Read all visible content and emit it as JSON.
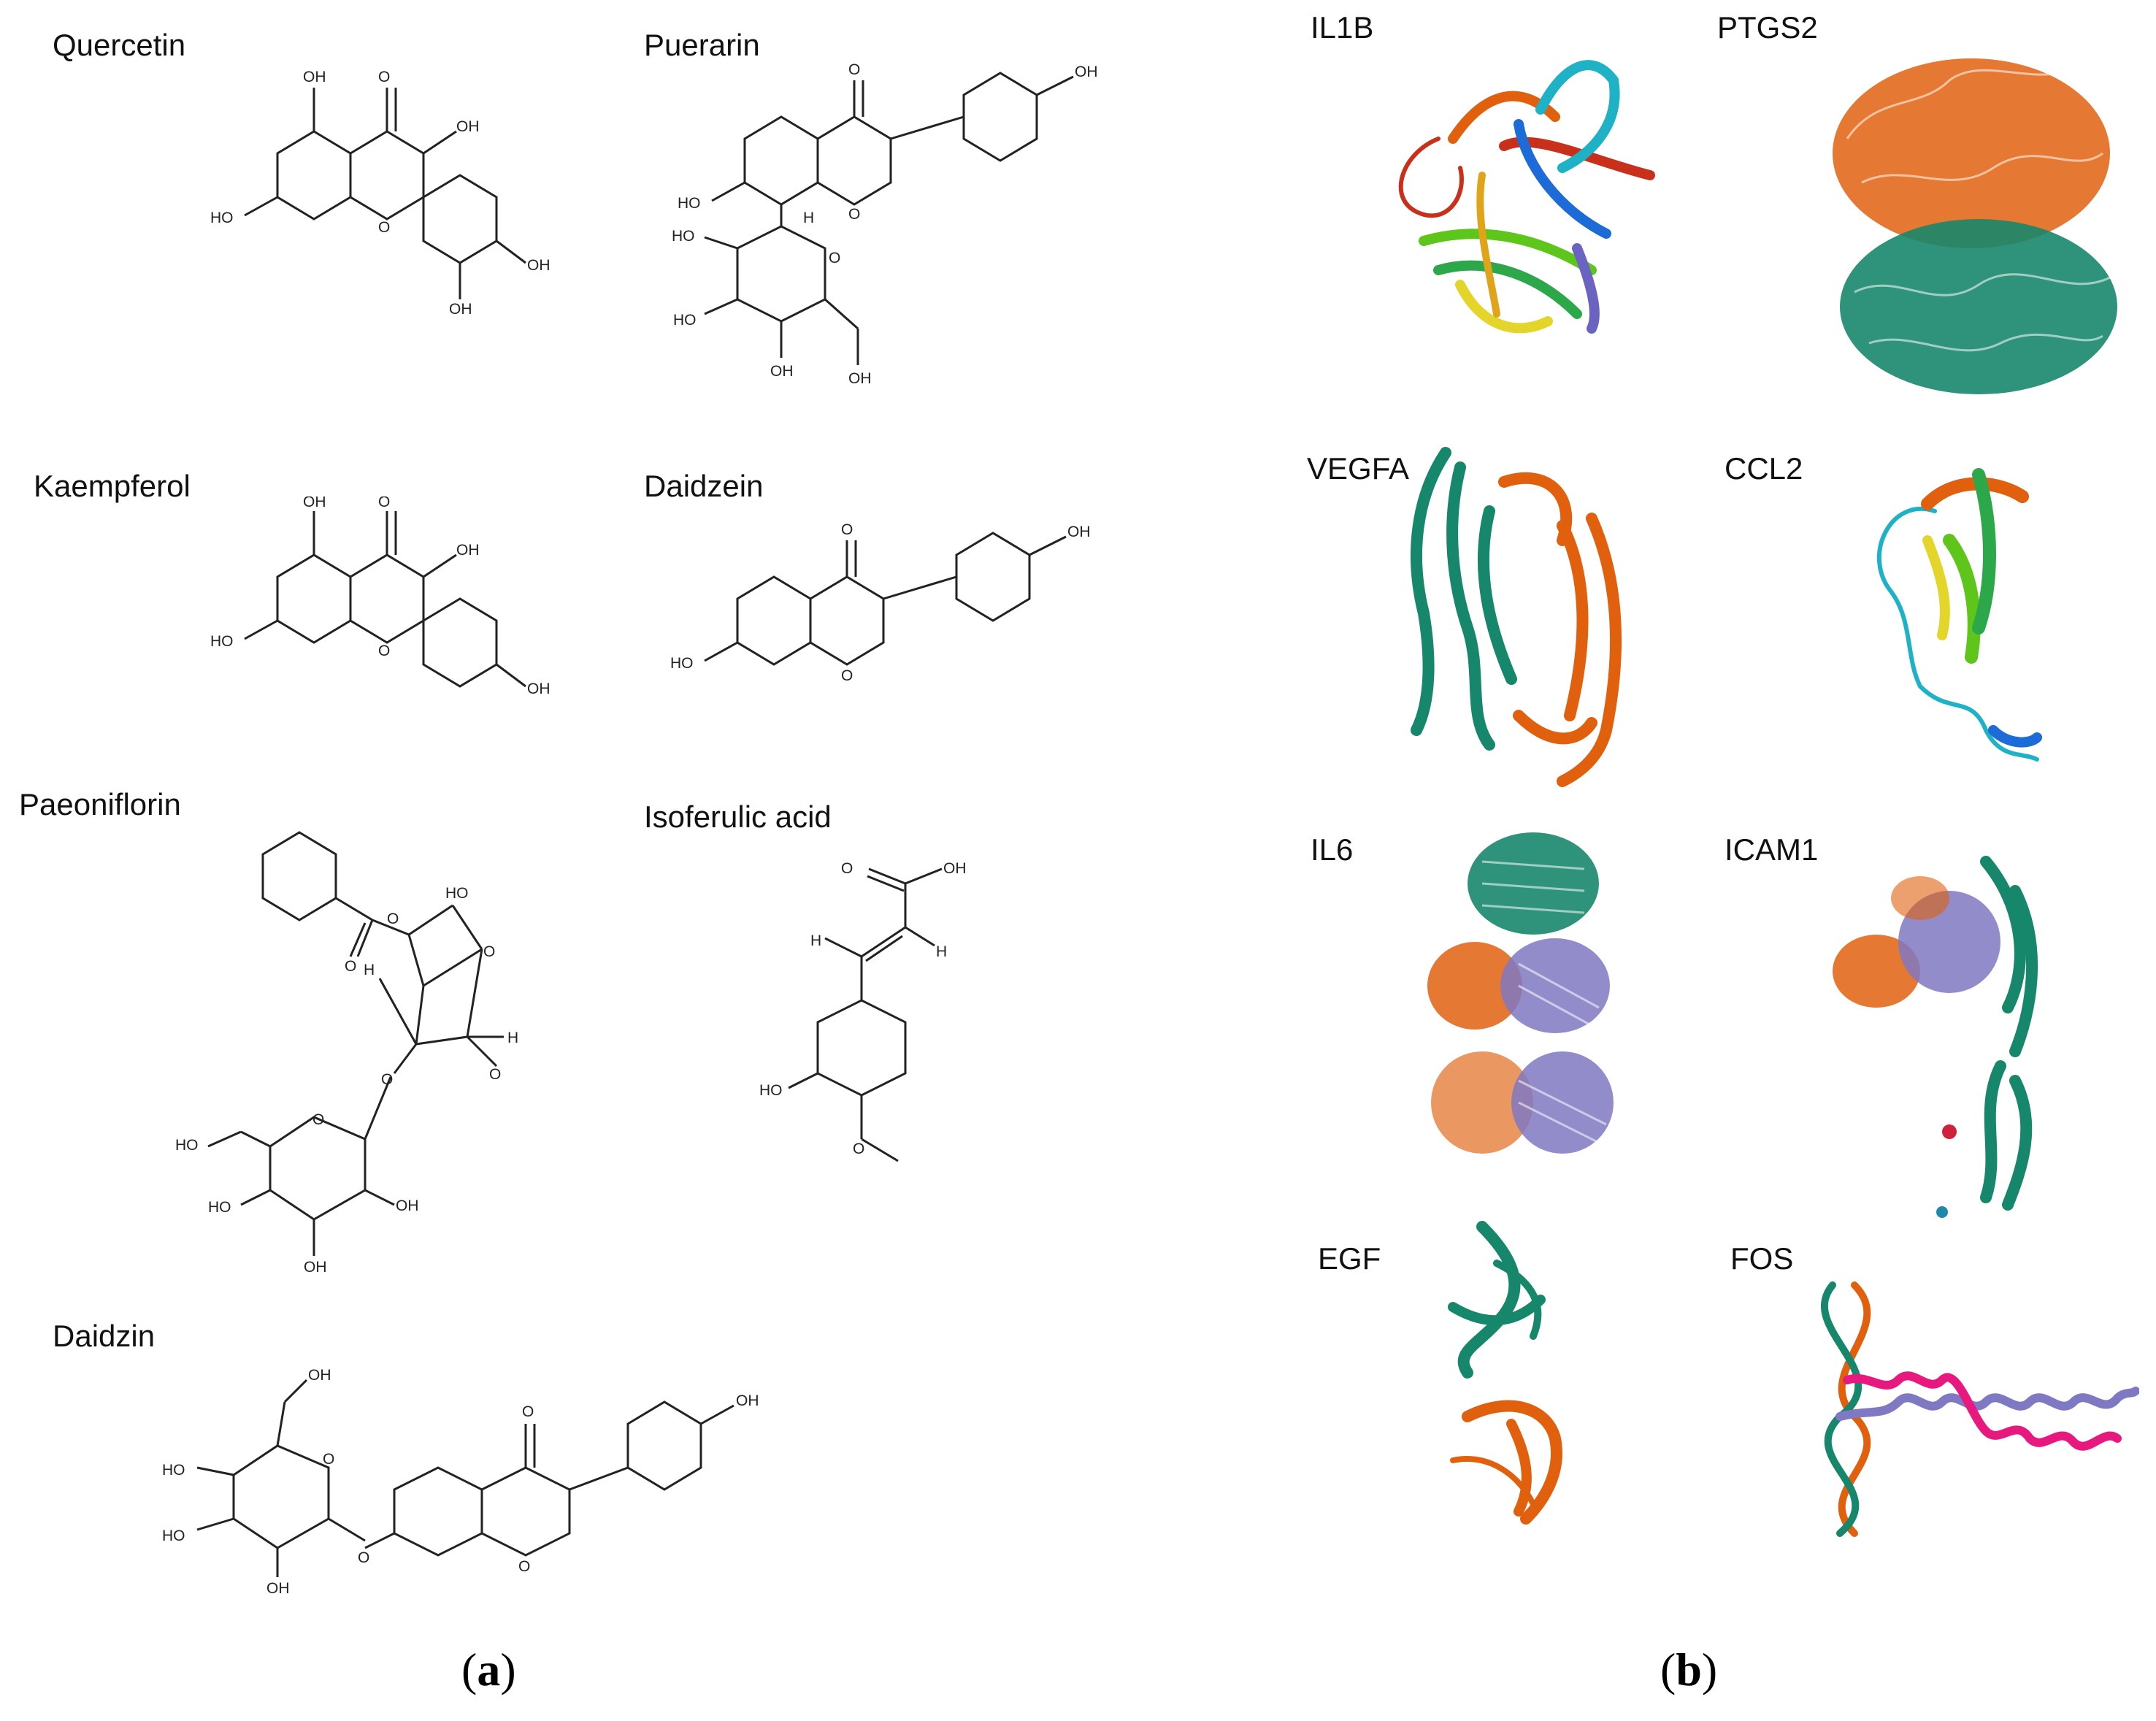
{
  "panel_a": {
    "letter_open": "(",
    "letter": "a",
    "letter_close": ")",
    "compounds": [
      {
        "name": "Quercetin"
      },
      {
        "name": "Puerarin"
      },
      {
        "name": "Kaempferol"
      },
      {
        "name": "Daidzein"
      },
      {
        "name": "Paeoniflorin"
      },
      {
        "name": "Isoferulic acid"
      },
      {
        "name": "Daidzin"
      }
    ],
    "atoms": {
      "oh": "OH",
      "ho": "HO",
      "o": "O",
      "h": "H"
    }
  },
  "panel_b": {
    "letter_open": "(",
    "letter": "b",
    "letter_close": ")",
    "proteins": [
      {
        "name": "IL1B"
      },
      {
        "name": "PTGS2"
      },
      {
        "name": "VEGFA"
      },
      {
        "name": "CCL2"
      },
      {
        "name": "IL6"
      },
      {
        "name": "ICAM1"
      },
      {
        "name": "EGF"
      },
      {
        "name": "FOS"
      }
    ]
  },
  "colors": {
    "teal": "#17876b",
    "orange": "#e0600e",
    "purple": "#7f78c2",
    "pink": "#e8197e",
    "blue": "#1c6bd6",
    "green": "#5ec61a",
    "yellow": "#e3d52a",
    "red": "#c9301c",
    "cyan": "#1fb2c6"
  }
}
